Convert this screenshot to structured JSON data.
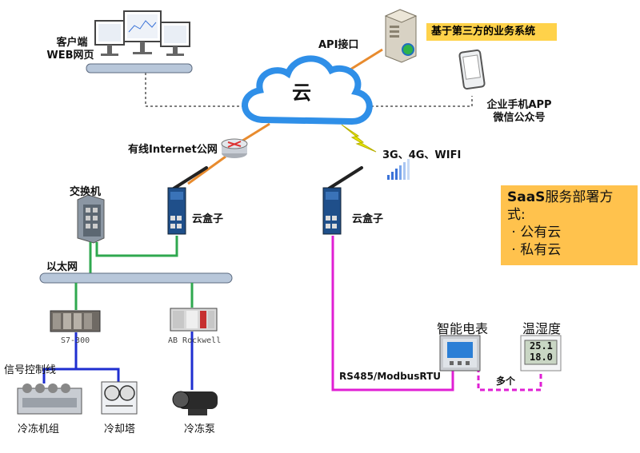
{
  "cloud_label": "云",
  "third_party_note": "基于第三方的业务系统",
  "api_label": "API接口",
  "client_web": {
    "line1": "客户端",
    "line2": "WEB网页"
  },
  "mobile_app": {
    "line1": "企业手机APP",
    "line2": "微信公众号"
  },
  "wired_label": "有线Internet公网",
  "wireless_label": "3G、4G、WIFI",
  "box_left_label": "云盒子",
  "box_right_label": "云盒子",
  "switch_label": "交换机",
  "ethernet_label": "以太网",
  "plc1_label": "S7-300",
  "plc2_label": "AB Rockwell",
  "signal_label": "信号控制线",
  "chiller_label": "冷冻机组",
  "tower_label": "冷却塔",
  "pump_label": "冷冻泵",
  "meter_label": "智能电表",
  "humidity_label": "温湿度",
  "rs485_label": "RS485/ModbusRTU",
  "multi_label": "多个",
  "humidity_display": {
    "temp": "25.1",
    "hum": "18.0"
  },
  "saas": {
    "title_bold": "SaaS",
    "title_rest": "服务部署方式:",
    "items": [
      "公有云",
      "私有云"
    ]
  },
  "colors": {
    "orange": "#e88b2e",
    "green": "#2fa84f",
    "blue": "#1f2fd0",
    "magenta": "#e01fd4",
    "cloud": "#2f8fe8"
  }
}
